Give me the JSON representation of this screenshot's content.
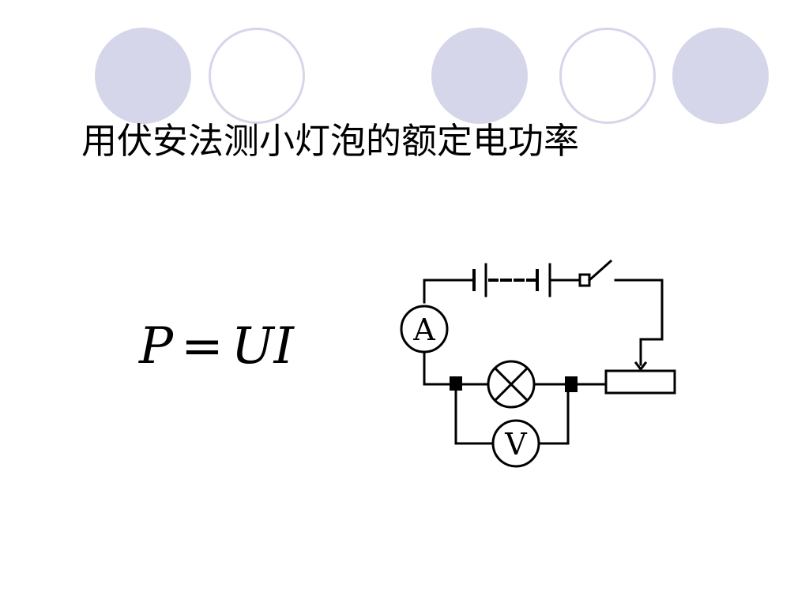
{
  "slide": {
    "title": "用伏安法测小灯泡的额定电功率",
    "formula": {
      "lhs": "P",
      "equals": "=",
      "rhs": "UI"
    }
  },
  "circuit": {
    "ammeter_label": "A",
    "voltmeter_label": "V"
  },
  "theme": {
    "decor_color": "#d6d6ea",
    "text_color": "#000000"
  }
}
